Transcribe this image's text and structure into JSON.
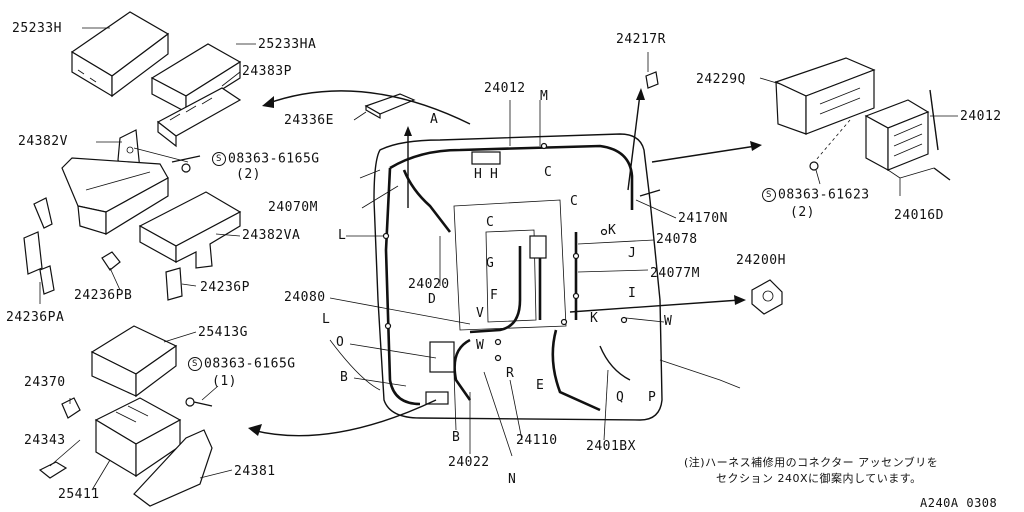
{
  "parts": {
    "p25233H": "25233H",
    "p25233HA": "25233HA",
    "p24383P": "24383P",
    "p24336E": "24336E",
    "p24382V": "24382V",
    "p08363_61656_top": "08363-6165G",
    "qty_top": "(2)",
    "p24070M": "24070M",
    "p24382VA": "24382VA",
    "p24236PB": "24236PB",
    "p24236P": "24236P",
    "p24236PA": "24236PA",
    "p25413G": "25413G",
    "p08363_61656_bot": "08363-6165G",
    "qty_bot": "(1)",
    "p24370": "24370",
    "p24343": "24343",
    "p25411": "25411",
    "p24381": "24381",
    "p24012_main": "24012",
    "p24217R": "24217R",
    "p24229Q": "24229Q",
    "p24012_right": "24012",
    "p08363_61623": "08363-61623",
    "qty_right": "(2)",
    "p24016D": "24016D",
    "p24170N": "24170N",
    "p24078": "24078",
    "p24077M": "24077M",
    "p24200H": "24200H",
    "p24020": "24020",
    "p24080": "24080",
    "p24110": "24110",
    "p24022": "24022",
    "p2401BX": "2401BX"
  },
  "symbols": {
    "s": "S"
  },
  "letters": {
    "A": "A",
    "M": "M",
    "H1": "H",
    "H2": "H",
    "C1": "C",
    "C2": "C",
    "C3": "C",
    "K1": "K",
    "K2": "K",
    "J": "J",
    "I": "I",
    "G": "G",
    "D": "D",
    "F": "F",
    "L1": "L",
    "L2": "L",
    "V": "V",
    "W1": "W",
    "W2": "W",
    "O": "O",
    "B1": "B",
    "B2": "B",
    "R": "R",
    "E": "E",
    "Q": "Q",
    "P": "P",
    "N": "N"
  },
  "note": {
    "line1": "(注)ハーネス補修用のコネクター  アッセンブリを",
    "line2": "セクション  240Xに御案内しています。"
  },
  "code": "A240A 0308"
}
